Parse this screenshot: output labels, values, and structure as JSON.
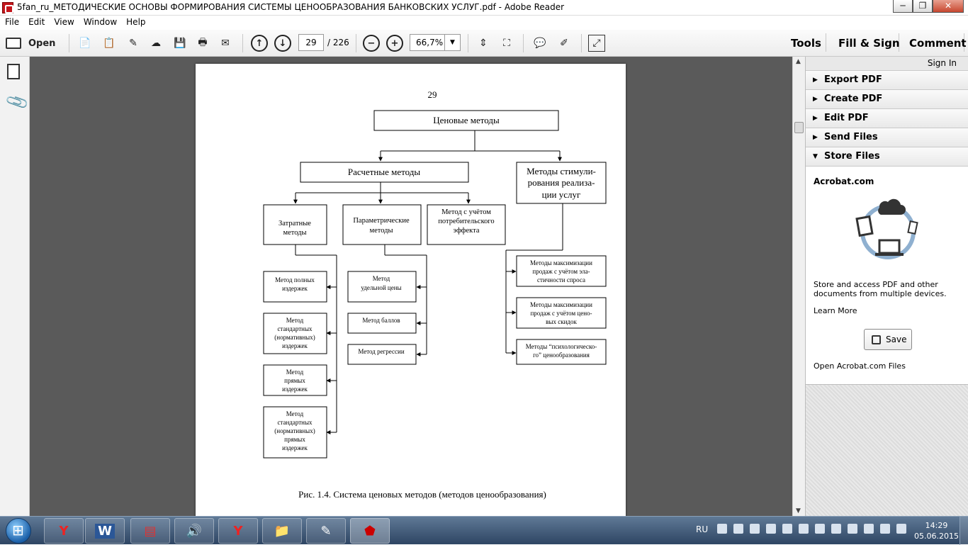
{
  "window": {
    "title": "5fan_ru_МЕТОДИЧЕСКИЕ ОСНОВЫ ФОРМИРОВАНИЯ СИСТЕМЫ ЦЕНООБРАЗОВАНИЯ БАНКОВСКИХ УСЛУГ.pdf - Adobe Reader",
    "minimize": "─",
    "restore": "❐",
    "close": "✕"
  },
  "menu": [
    "File",
    "Edit",
    "View",
    "Window",
    "Help"
  ],
  "toolbar": {
    "open_label": "Open",
    "page_current": "29",
    "page_total": "/ 226",
    "zoom": "66,7%",
    "tools_label": "Tools",
    "fill_sign_label": "Fill & Sign",
    "comment_label": "Comment"
  },
  "right_pane": {
    "sign_in": "Sign In",
    "panels": [
      "Export PDF",
      "Create PDF",
      "Edit PDF",
      "Send Files",
      "Store Files"
    ],
    "store": {
      "title": "Acrobat.com",
      "description": "Store and access PDF and other documents from multiple devices.",
      "learn_more": "Learn More",
      "save_label": "Save",
      "open_files": "Open Acrobat.com Files"
    }
  },
  "document": {
    "page_number": "29",
    "root": "Ценовые методы",
    "calc": "Расчетные методы",
    "stim": [
      "Методы стимули-",
      "рования реализа-",
      "ции услуг"
    ],
    "cost": [
      "Затратные",
      "методы"
    ],
    "param": [
      "Параметрические",
      "методы"
    ],
    "consumer": [
      "Метод с учётом",
      "потребительского",
      "эффекта"
    ],
    "cost_children": [
      [
        "Метод полных",
        "издержек"
      ],
      [
        "Метод",
        "стандартных",
        "(нормативных)",
        "издержек"
      ],
      [
        "Метод",
        "прямых",
        "издержек"
      ],
      [
        "Метод",
        "стандартных",
        "(нормативных)",
        "прямых",
        "издержек"
      ]
    ],
    "param_children": [
      [
        "Метод",
        "удельной цены"
      ],
      [
        "Метод баллов"
      ],
      [
        "Метод регрессии"
      ]
    ],
    "stim_children": [
      [
        "Методы максимизации",
        "продаж с учётом эла-",
        "стичности спроса"
      ],
      [
        "Методы максимизации",
        "продаж с учётом цено-",
        "вых скидок"
      ],
      [
        "Методы “психологическо-",
        "го” ценообразования"
      ]
    ],
    "caption": "Рис. 1.4. Система ценовых методов (методов ценообразования)"
  },
  "taskbar": {
    "apps": [
      "start-button",
      "yandex-browser",
      "word",
      "winrar",
      "audio-player",
      "yandex-browser-2",
      "file-manager",
      "paint-app",
      "adobe-reader"
    ],
    "lang": "RU",
    "time": "14:29",
    "date": "05.06.2015"
  }
}
